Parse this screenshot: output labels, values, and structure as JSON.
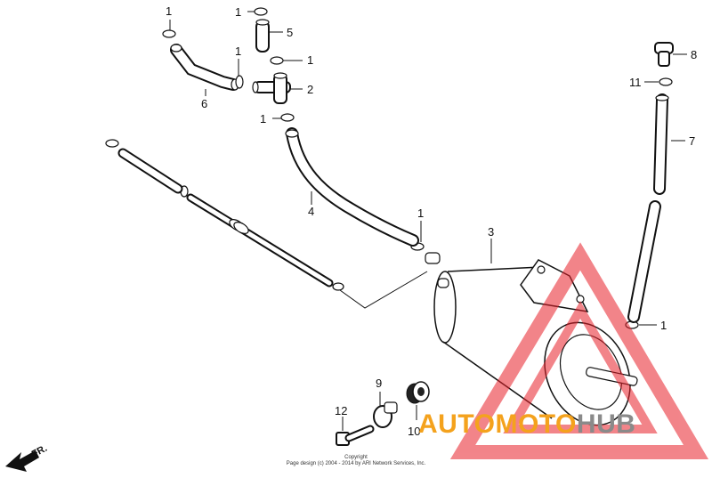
{
  "parts": {
    "callouts": [
      {
        "id": "c1a",
        "label": "1"
      },
      {
        "id": "c1b",
        "label": "1"
      },
      {
        "id": "c1c",
        "label": "1"
      },
      {
        "id": "c1d",
        "label": "1"
      },
      {
        "id": "c1e",
        "label": "1"
      },
      {
        "id": "c1f",
        "label": "1"
      },
      {
        "id": "c1g",
        "label": "1"
      },
      {
        "id": "c2",
        "label": "2"
      },
      {
        "id": "c3",
        "label": "3"
      },
      {
        "id": "c4",
        "label": "4"
      },
      {
        "id": "c5",
        "label": "5"
      },
      {
        "id": "c6",
        "label": "6"
      },
      {
        "id": "c7",
        "label": "7"
      },
      {
        "id": "c8",
        "label": "8"
      },
      {
        "id": "c9",
        "label": "9"
      },
      {
        "id": "c10",
        "label": "10"
      },
      {
        "id": "c11",
        "label": "11"
      },
      {
        "id": "c12",
        "label": "12"
      }
    ]
  },
  "orientation": {
    "label": "FR."
  },
  "copyright": {
    "line1": "Copyright",
    "line2": "Page design (c) 2004 - 2014 by ARI Network Services, Inc."
  },
  "watermark": {
    "part1": "AUTOMOTO",
    "part2": "HUB",
    "color_primary": "#f4a21d",
    "color_secondary": "#8a8a8a",
    "color_triangle": "#e8202a"
  }
}
